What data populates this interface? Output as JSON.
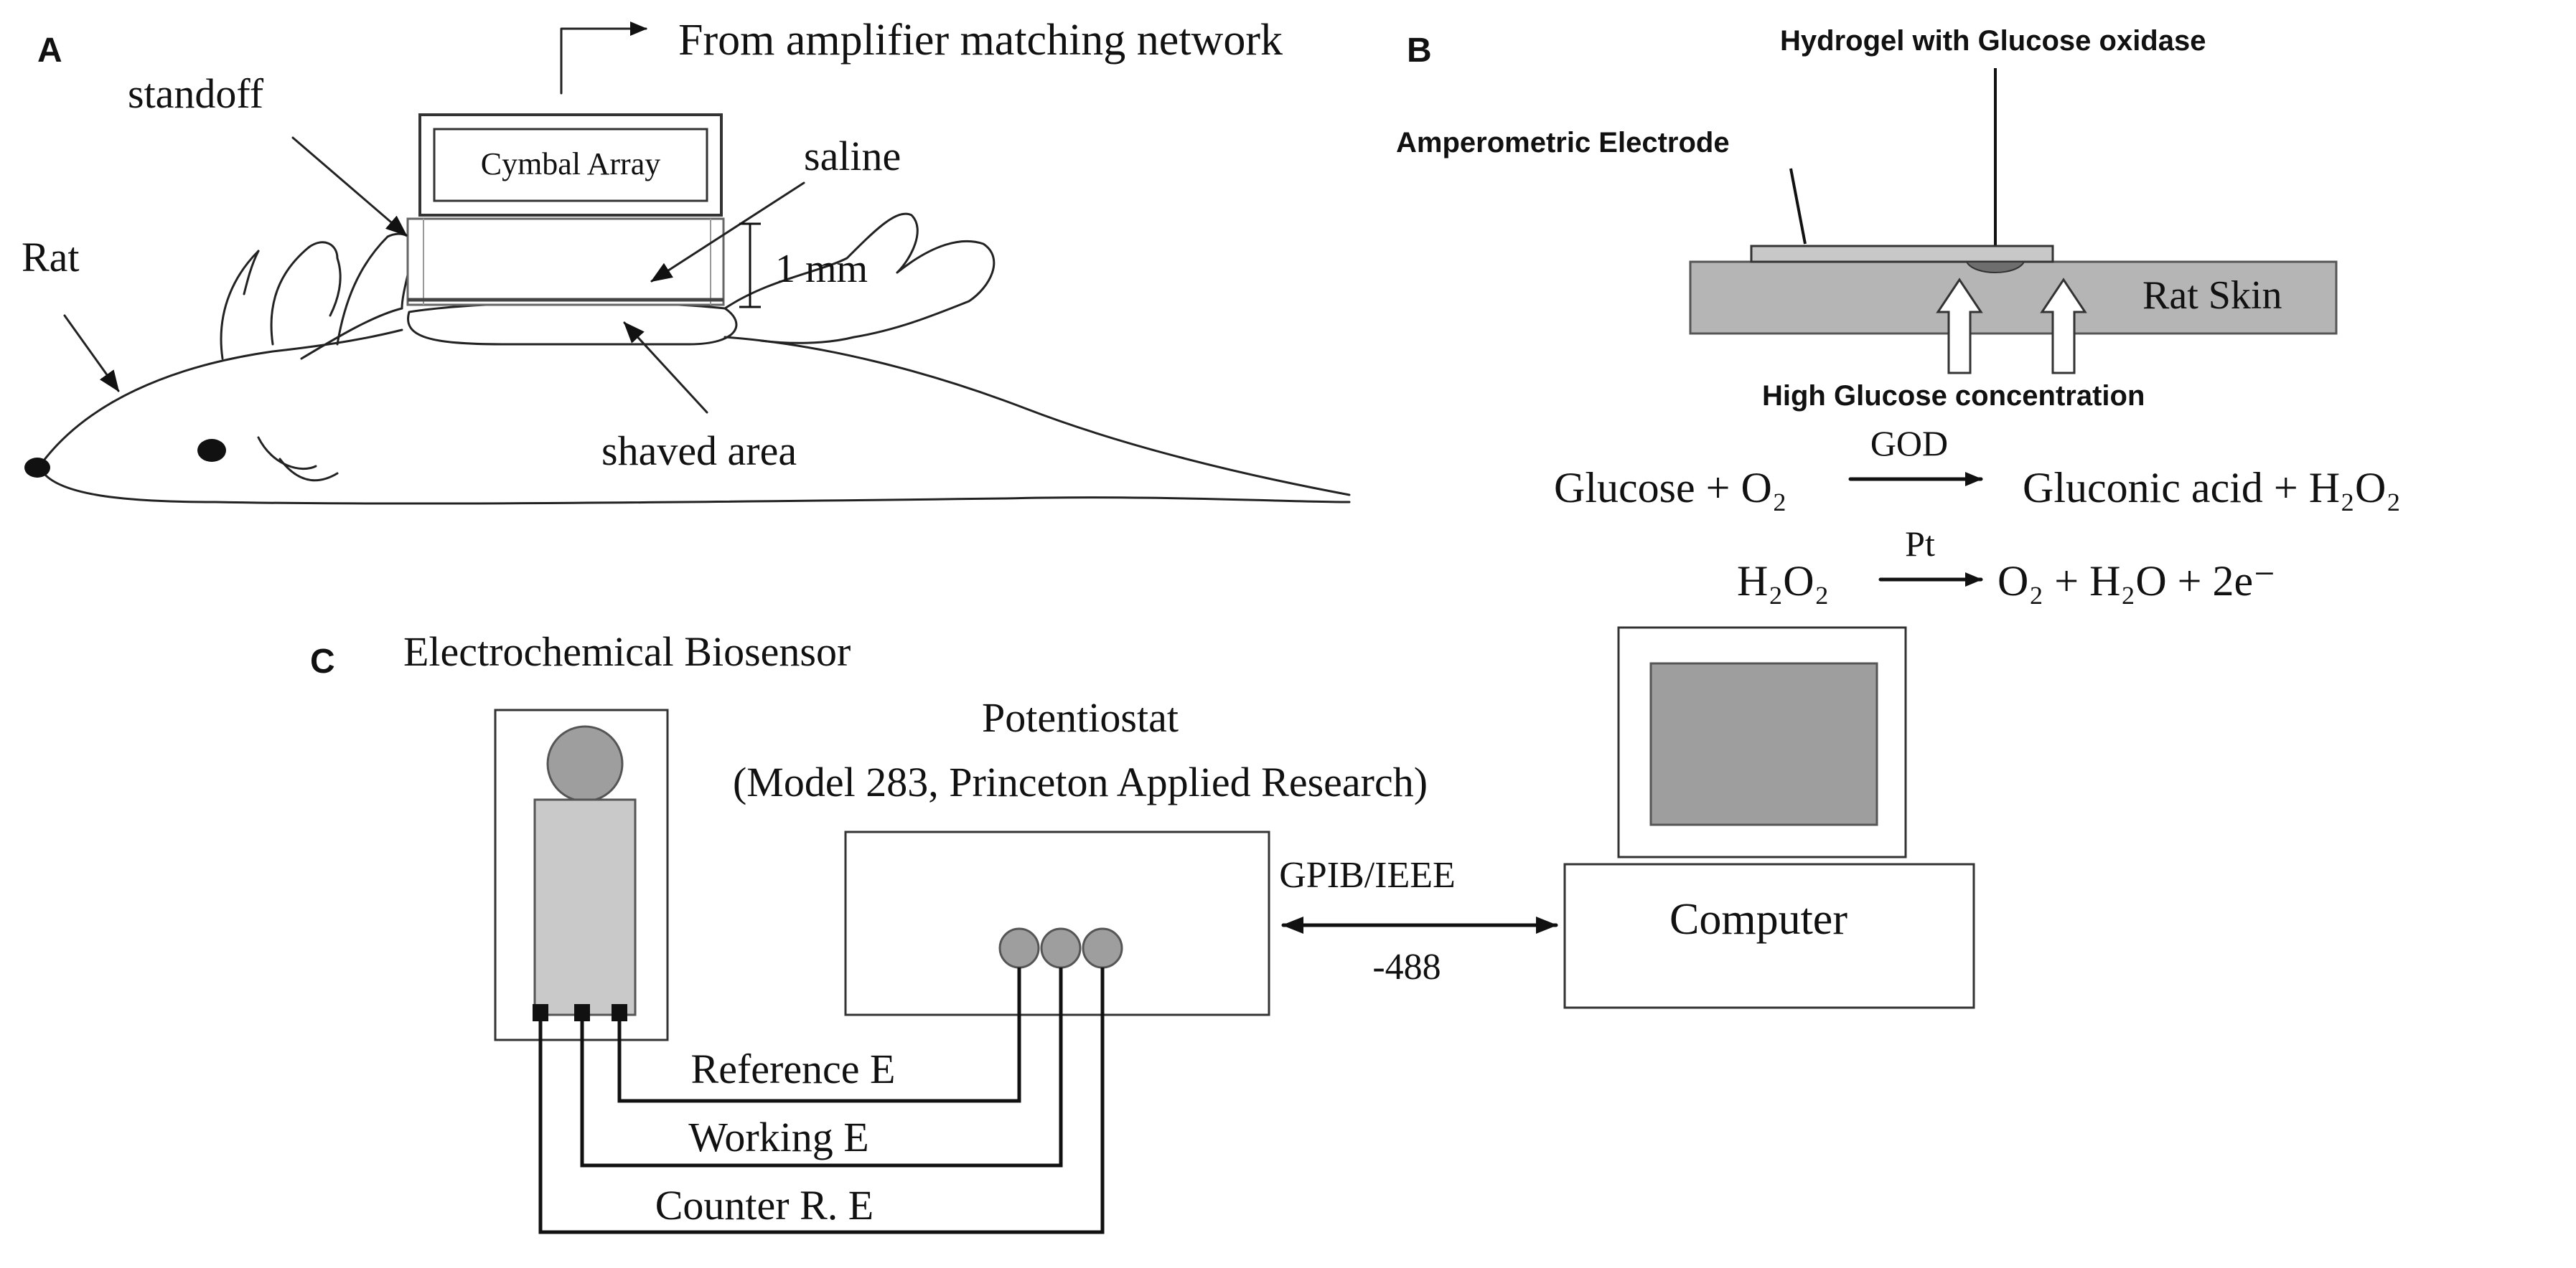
{
  "panels": {
    "a": {
      "letter": "A",
      "source": "From amplifier matching network",
      "standoff": "standoff",
      "cymbal": "Cymbal Array",
      "saline": "saline",
      "gap": "1 mm",
      "rat": "Rat",
      "shaved": "shaved area"
    },
    "b": {
      "letter": "B",
      "hydrogel": "Hydrogel with Glucose oxidase",
      "electrode": "Amperometric Electrode",
      "skin": "Rat Skin",
      "glucose": "High Glucose concentration",
      "reaction1": {
        "left": "Glucose + O₂",
        "catalyst": "GOD",
        "right": "Gluconic acid  + H₂O₂"
      },
      "reaction2": {
        "left": "H₂O₂",
        "catalyst": "Pt",
        "right": "O₂ + H₂O + 2e⁻"
      }
    },
    "c": {
      "letter": "C",
      "sensor": "Electrochemical Biosensor",
      "potentiostat1": "Potentiostat",
      "potentiostat2": "(Model 283, Princeton Applied Research)",
      "bus1": "GPIB/IEEE",
      "bus2": "-488",
      "computer": "Computer",
      "reference": "Reference E",
      "working": "Working E",
      "counter": "Counter R. E"
    }
  }
}
